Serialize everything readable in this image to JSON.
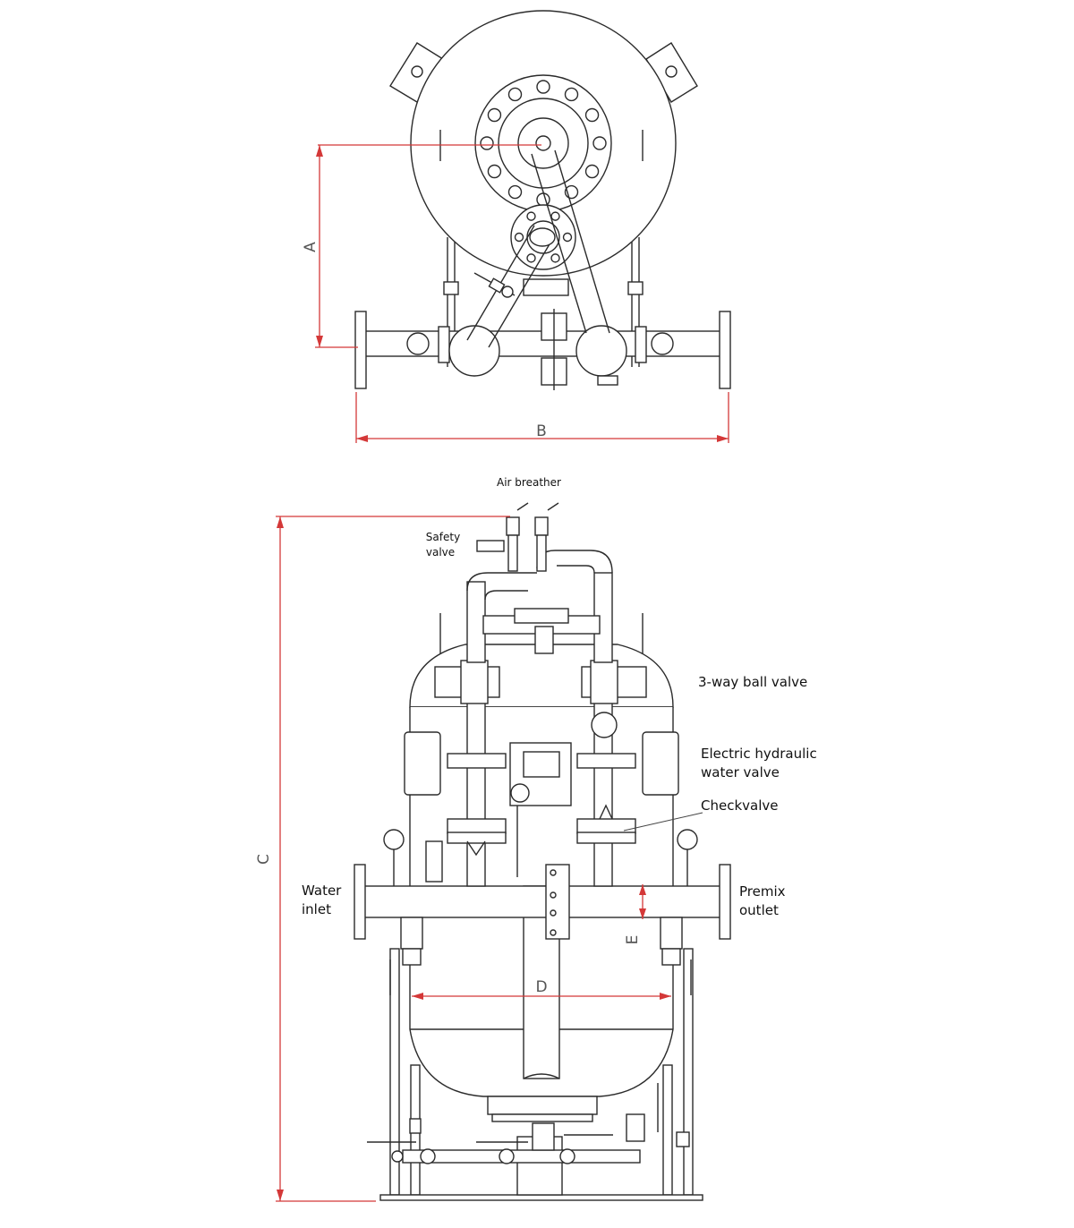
{
  "top_view": {
    "dimension_a": "A",
    "dimension_b": "B"
  },
  "front_view": {
    "dimension_c": "C",
    "dimension_d": "D",
    "dimension_e": "E",
    "labels": {
      "air_breather": "Air breather",
      "safety_valve_line1": "Safety",
      "safety_valve_line2": "valve",
      "three_way_ball_valve": "3-way ball valve",
      "electric_hydraulic_line1": "Electric hydraulic",
      "electric_hydraulic_line2": "water valve",
      "checkvalve": "Checkvalve",
      "water_inlet_line1": "Water",
      "water_inlet_line2": "inlet",
      "premix_outlet_line1": "Premix",
      "premix_outlet_line2": "outlet"
    }
  },
  "colors": {
    "dimension_line": "#d43838",
    "drawing_line": "#2b2b2b"
  }
}
